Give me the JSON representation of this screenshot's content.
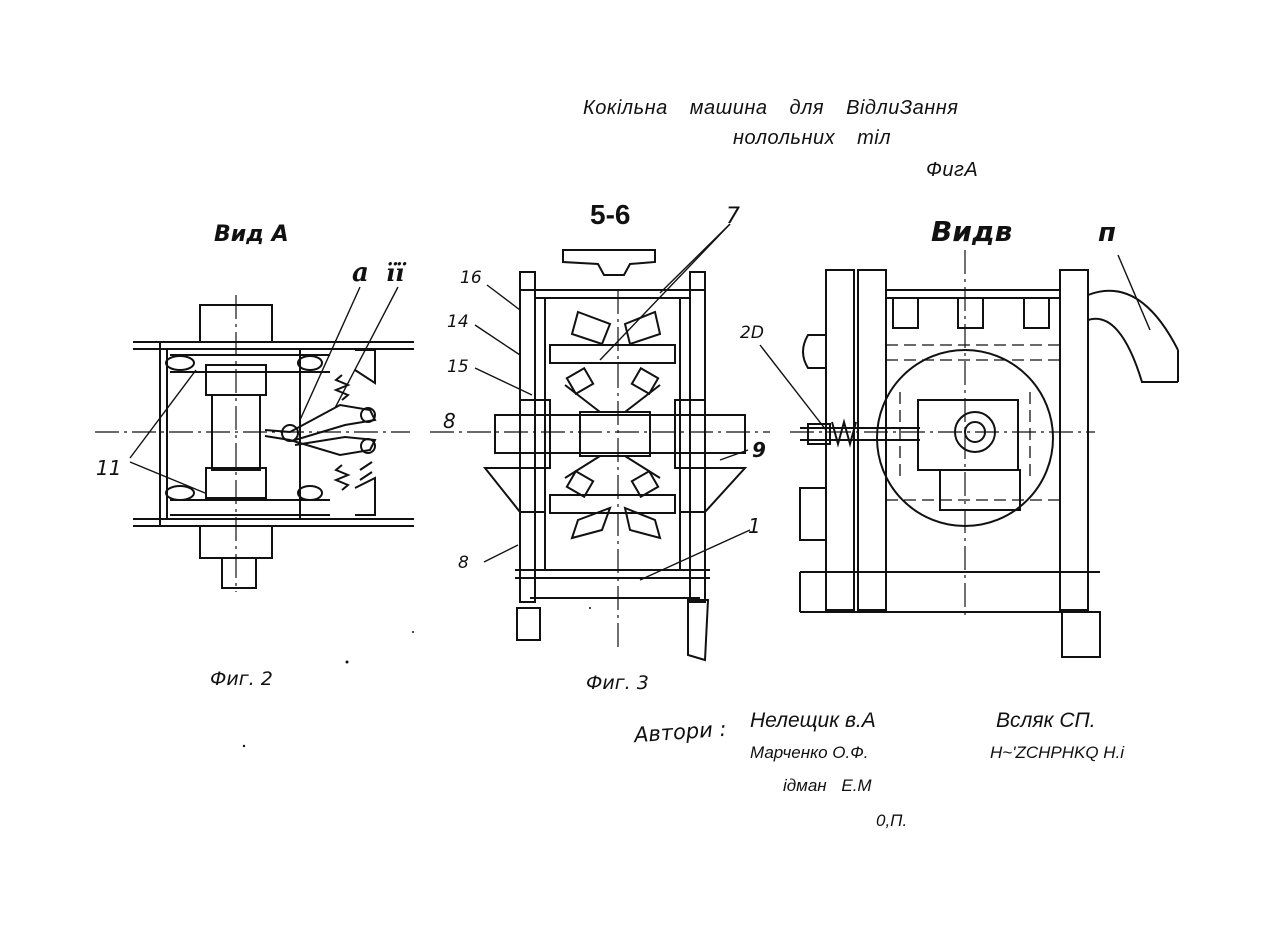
{
  "title": {
    "line1": "Кокільна машина для ВідлиЗання",
    "line2": "нолольних тіл",
    "sheet": "ФигА"
  },
  "views": {
    "view_a": "Вид А",
    "section": "5-6",
    "view_b": "Видв",
    "view_p": "п"
  },
  "callouts": {
    "a": "а",
    "ii": "її",
    "n7": "7",
    "n16": "16",
    "n14": "14",
    "n15": "15",
    "n20": "2D",
    "n8a": "8",
    "n8b": "8",
    "n9": "9",
    "n11": "11",
    "n1": "1"
  },
  "figures": {
    "fig2": "Фиг. 2",
    "fig3": "Фиг. 3"
  },
  "authors": {
    "label": "Автори :",
    "a1": "Нелещик в.А",
    "a2": "Всляк СП.",
    "a3": "Марченко О.Ф.",
    "a4": "H~'ZCHPHKQ H.i",
    "a5": "ідман Е.М",
    "a6": "0,П."
  }
}
